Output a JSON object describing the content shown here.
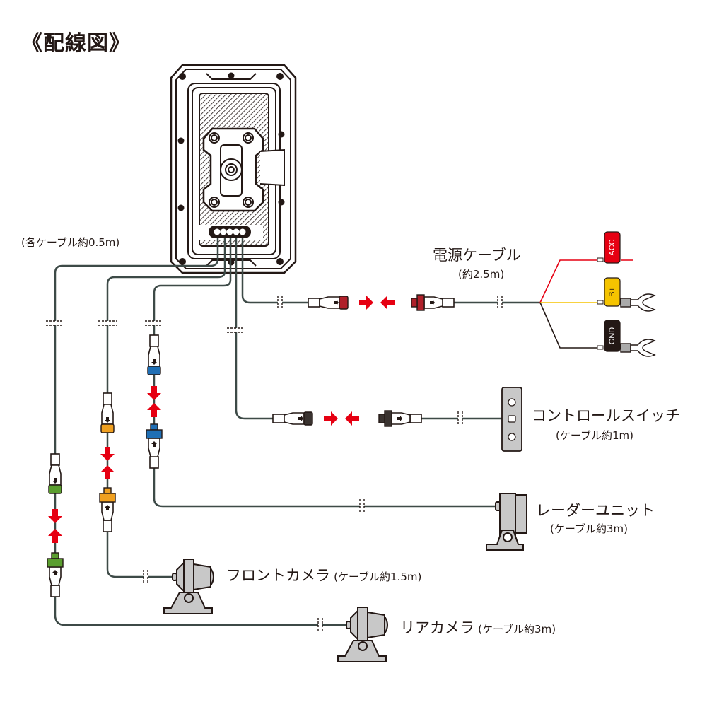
{
  "title": "《配線図》",
  "colors": {
    "cable": "#3d4a47",
    "arrow": "#e60012",
    "acc": "#e60012",
    "bplus": "#f5c400",
    "gnd": "#231815",
    "connector_power": "#b0202a",
    "connector_switch": "#3a3330",
    "connector_radar": "#1f6fb5",
    "connector_front": "#f0a020",
    "connector_rear": "#5a9e2f",
    "device_fill": "#c8c8c8"
  },
  "cable_note": "(各ケーブル約0.5m)",
  "power_cable": {
    "label": "電源ケーブル",
    "length": "(約2.5m)",
    "wires": [
      {
        "tag": "ACC",
        "color": "#e60012",
        "terminal": "none"
      },
      {
        "tag": "B+",
        "color": "#f5c400",
        "terminal": "fork"
      },
      {
        "tag": "GND",
        "color": "#231815",
        "terminal": "fork"
      }
    ]
  },
  "control_switch": {
    "label": "コントロールスイッチ",
    "length": "(ケーブル約1m)",
    "buttons": [
      "rotate-icon",
      "camera-icon",
      "home-icon"
    ]
  },
  "radar_unit": {
    "label": "レーダーユニット",
    "length": "(ケーブル約3m)"
  },
  "front_camera": {
    "label": "フロントカメラ",
    "length": "(ケーブル約1.5m)"
  },
  "rear_camera": {
    "label": "リアカメラ",
    "length": "(ケーブル約3m)"
  }
}
